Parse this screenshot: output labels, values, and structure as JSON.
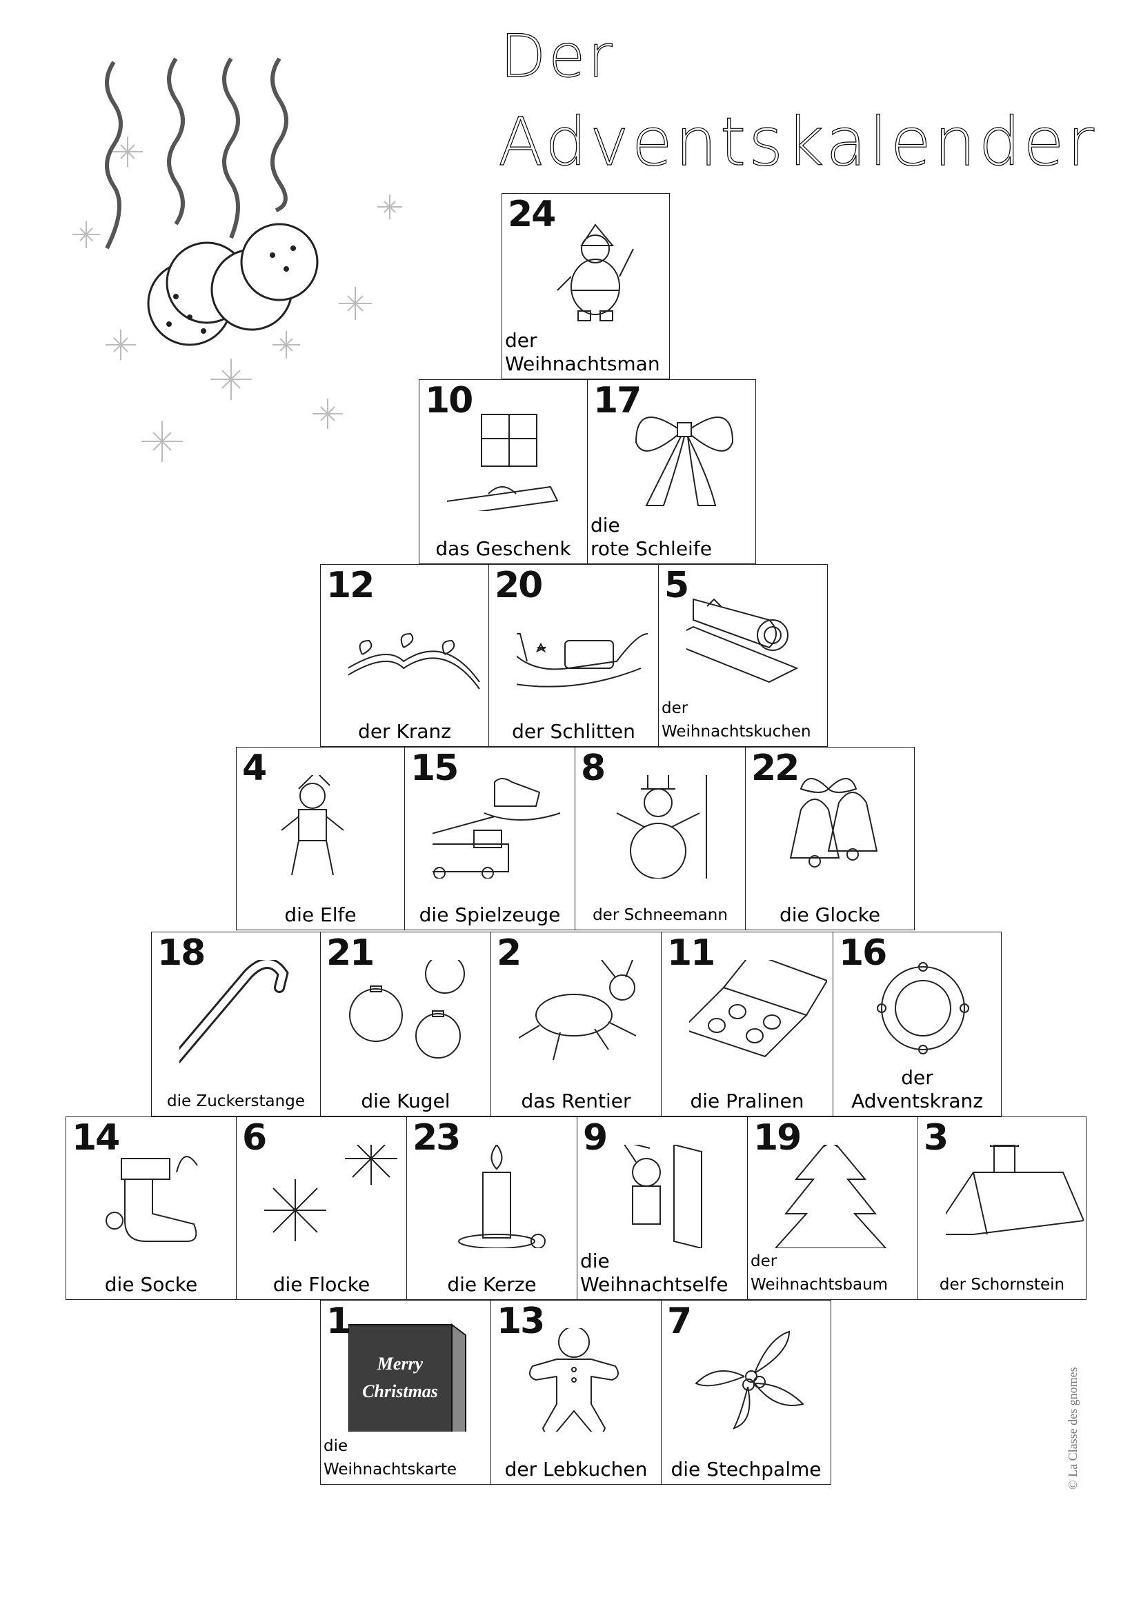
{
  "title": {
    "line1": "Der",
    "line2": "Adventskalender"
  },
  "credit": "© La Classe des gnomes",
  "cells": [
    {
      "id": "c24",
      "number": "24",
      "line1": "der",
      "line2": "Weihnachtsman",
      "icon": "santa-claus-icon"
    },
    {
      "id": "c10",
      "number": "10",
      "line1": "",
      "line2": "das Geschenk",
      "icon": "gift-icon"
    },
    {
      "id": "c17",
      "number": "17",
      "line1": "die",
      "line2": "rote Schleife",
      "icon": "bow-icon"
    },
    {
      "id": "c12",
      "number": "12",
      "line1": "",
      "line2": "der Kranz",
      "icon": "garland-icon"
    },
    {
      "id": "c20",
      "number": "20",
      "line1": "",
      "line2": "der Schlitten",
      "icon": "sleigh-icon"
    },
    {
      "id": "c5",
      "number": "5",
      "line1": "der",
      "line2": "Weihnachtskuchen",
      "icon": "yule-log-icon"
    },
    {
      "id": "c4",
      "number": "4",
      "line1": "",
      "line2": "die Elfe",
      "icon": "elf-icon"
    },
    {
      "id": "c15",
      "number": "15",
      "line1": "",
      "line2": "die Spielzeuge",
      "icon": "toys-icon"
    },
    {
      "id": "c8",
      "number": "8",
      "line1": "",
      "line2": "der Schneemann",
      "icon": "snowman-icon"
    },
    {
      "id": "c22",
      "number": "22",
      "line1": "",
      "line2": "die Glocke",
      "icon": "bells-icon"
    },
    {
      "id": "c18",
      "number": "18",
      "line1": "",
      "line2": "die Zuckerstange",
      "icon": "candy-cane-icon"
    },
    {
      "id": "c21",
      "number": "21",
      "line1": "",
      "line2": "die Kugel",
      "icon": "ornaments-icon"
    },
    {
      "id": "c2",
      "number": "2",
      "line1": "",
      "line2": "das Rentier",
      "icon": "reindeer-icon"
    },
    {
      "id": "c11",
      "number": "11",
      "line1": "",
      "line2": "die Pralinen",
      "icon": "chocolate-box-icon"
    },
    {
      "id": "c16",
      "number": "16",
      "line1": "der",
      "line2": "Adventskranz",
      "icon": "advent-wreath-icon"
    },
    {
      "id": "c14",
      "number": "14",
      "line1": "",
      "line2": "die Socke",
      "icon": "stocking-icon"
    },
    {
      "id": "c6",
      "number": "6",
      "line1": "",
      "line2": "die Flocke",
      "icon": "snowflake-icon"
    },
    {
      "id": "c23",
      "number": "23",
      "line1": "",
      "line2": "die Kerze",
      "icon": "candle-icon"
    },
    {
      "id": "c9",
      "number": "9",
      "line1": "die",
      "line2": "Weihnachtselfe",
      "icon": "elf-with-list-icon"
    },
    {
      "id": "c19",
      "number": "19",
      "line1": "der",
      "line2": "Weihnachtsbaum",
      "icon": "christmas-tree-icon"
    },
    {
      "id": "c3",
      "number": "3",
      "line1": "",
      "line2": "der Schornstein",
      "icon": "chimney-roof-icon"
    },
    {
      "id": "c1",
      "number": "1",
      "line1": "die",
      "line2": "Weihnachtskarte",
      "icon": "christmas-card-icon",
      "card_text_1": "Merry",
      "card_text_2": "Christmas"
    },
    {
      "id": "c13",
      "number": "13",
      "line1": "",
      "line2": "der Lebkuchen",
      "icon": "gingerbread-man-icon"
    },
    {
      "id": "c7",
      "number": "7",
      "line1": "",
      "line2": "die Stechpalme",
      "icon": "holly-icon"
    }
  ]
}
